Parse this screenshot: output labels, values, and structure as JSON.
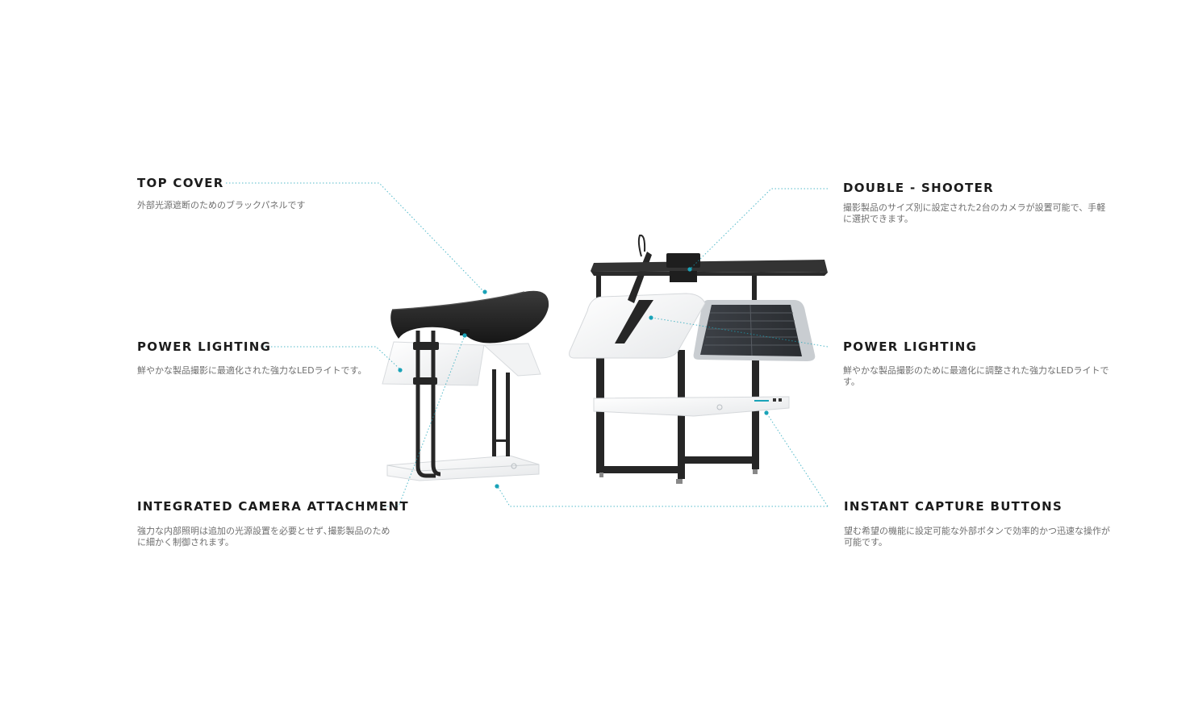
{
  "colors": {
    "accent": "#1aa3b8",
    "heading": "#1c1c1c",
    "body": "#6f6f6f",
    "device_dark": "#262626",
    "device_panel": "#f4f5f6"
  },
  "features": {
    "top_cover": {
      "title": "TOP COVER",
      "description": "外部光源遮断のためのブラックパネルです"
    },
    "power_lighting_left": {
      "title": "POWER LIGHTING",
      "description": "鮮やかな製品撮影に最適化された強力なLEDライトです。"
    },
    "camera_attachment": {
      "title": "INTEGRATED CAMERA ATTACHMENT",
      "description": "強力な内部照明は追加の光源設置を必要とせず､撮影製品のために細かく制御されます。"
    },
    "double_shooter": {
      "title": "DOUBLE - SHOOTER",
      "description": "撮影製品のサイズ別に設定された2台のカメラが設置可能で、手軽に選択できます。"
    },
    "power_lighting_right": {
      "title": "POWER LIGHTING",
      "description": "鮮やかな製品撮影のために最適化に調整された強力なLEDライトです。"
    },
    "instant_capture": {
      "title": "INSTANT CAPTURE BUTTONS",
      "description": "望む希望の機能に設定可能な外部ボタンで効率的かつ迅速な操作が可能です。"
    }
  }
}
